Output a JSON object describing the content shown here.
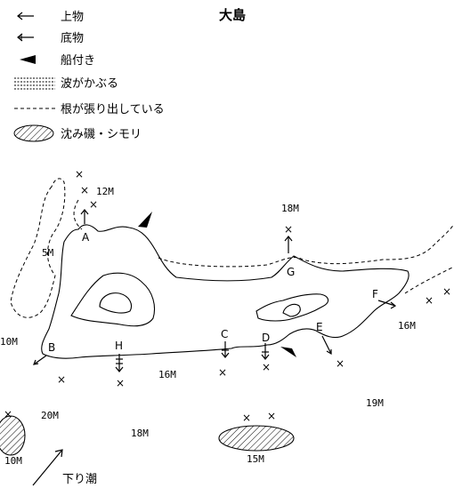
{
  "map": {
    "title": "大島",
    "legend": [
      {
        "icon": "arrow-left-icon",
        "label": "上物"
      },
      {
        "icon": "arrow-left-down-icon",
        "label": "底物"
      },
      {
        "icon": "triangle-flag-icon",
        "label": "船付き"
      },
      {
        "icon": "wave-lines-icon",
        "label": "波がかぶる"
      },
      {
        "icon": "dashed-line-icon",
        "label": "根が張り出している"
      },
      {
        "icon": "hatched-ellipse-icon",
        "label": "沈み磯・シモリ"
      }
    ],
    "points": [
      "A",
      "B",
      "C",
      "D",
      "E",
      "F",
      "G",
      "H"
    ],
    "depths": [
      "12M",
      "18M",
      "5M",
      "10M",
      "16M",
      "16M",
      "19M",
      "20M",
      "18M",
      "15M",
      "10M"
    ],
    "current_label": "下り潮"
  }
}
